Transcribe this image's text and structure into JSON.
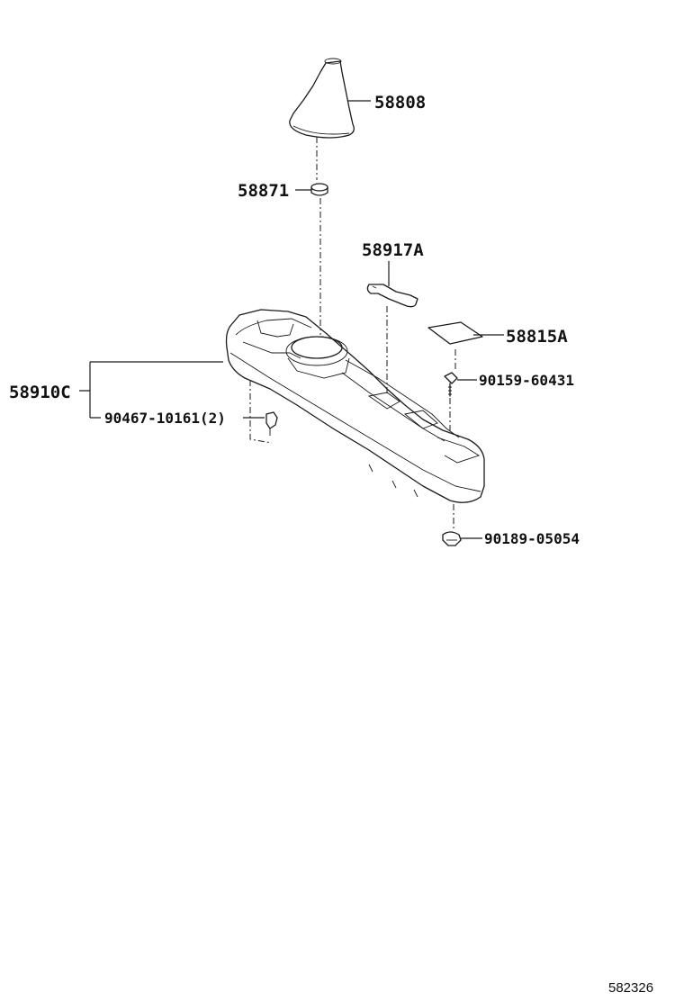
{
  "parts": {
    "shift_boot": "58808",
    "boot_retainer": "58871",
    "console_cover_a": "58917A",
    "console_pad_a": "58815A",
    "console_box_c": "58910C",
    "clip_screw": "90467-10161(2)",
    "console_screw": "90159-60431",
    "console_clip": "90189-05054"
  },
  "diagram_id": "582326"
}
